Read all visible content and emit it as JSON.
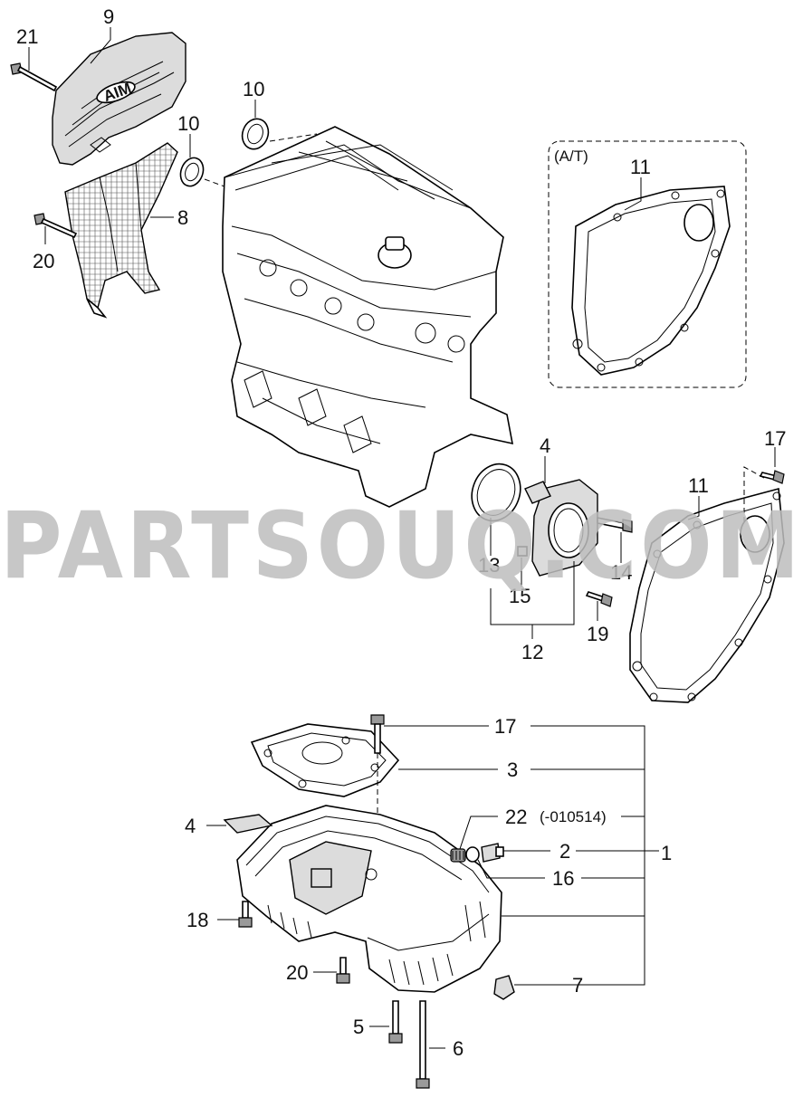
{
  "diagram": {
    "watermark": "PARTSOUQ.COM",
    "variant_box_label": "(A/T)",
    "callouts": {
      "c21": "21",
      "c9": "9",
      "c10a": "10",
      "c10b": "10",
      "c8": "8",
      "c20a": "20",
      "c11a": "11",
      "c4a": "4",
      "c17a": "17",
      "c11b": "11",
      "c13": "13",
      "c15": "15",
      "c14": "14",
      "c19": "19",
      "c12": "12",
      "c17b": "17",
      "c3": "3",
      "c22": "22",
      "c22_note": "(-010514)",
      "c4b": "4",
      "c2": "2",
      "c1": "1",
      "c16": "16",
      "c18": "18",
      "c20b": "20",
      "c7": "7",
      "c5": "5",
      "c6": "6"
    },
    "cover_emblem": "AIM"
  }
}
